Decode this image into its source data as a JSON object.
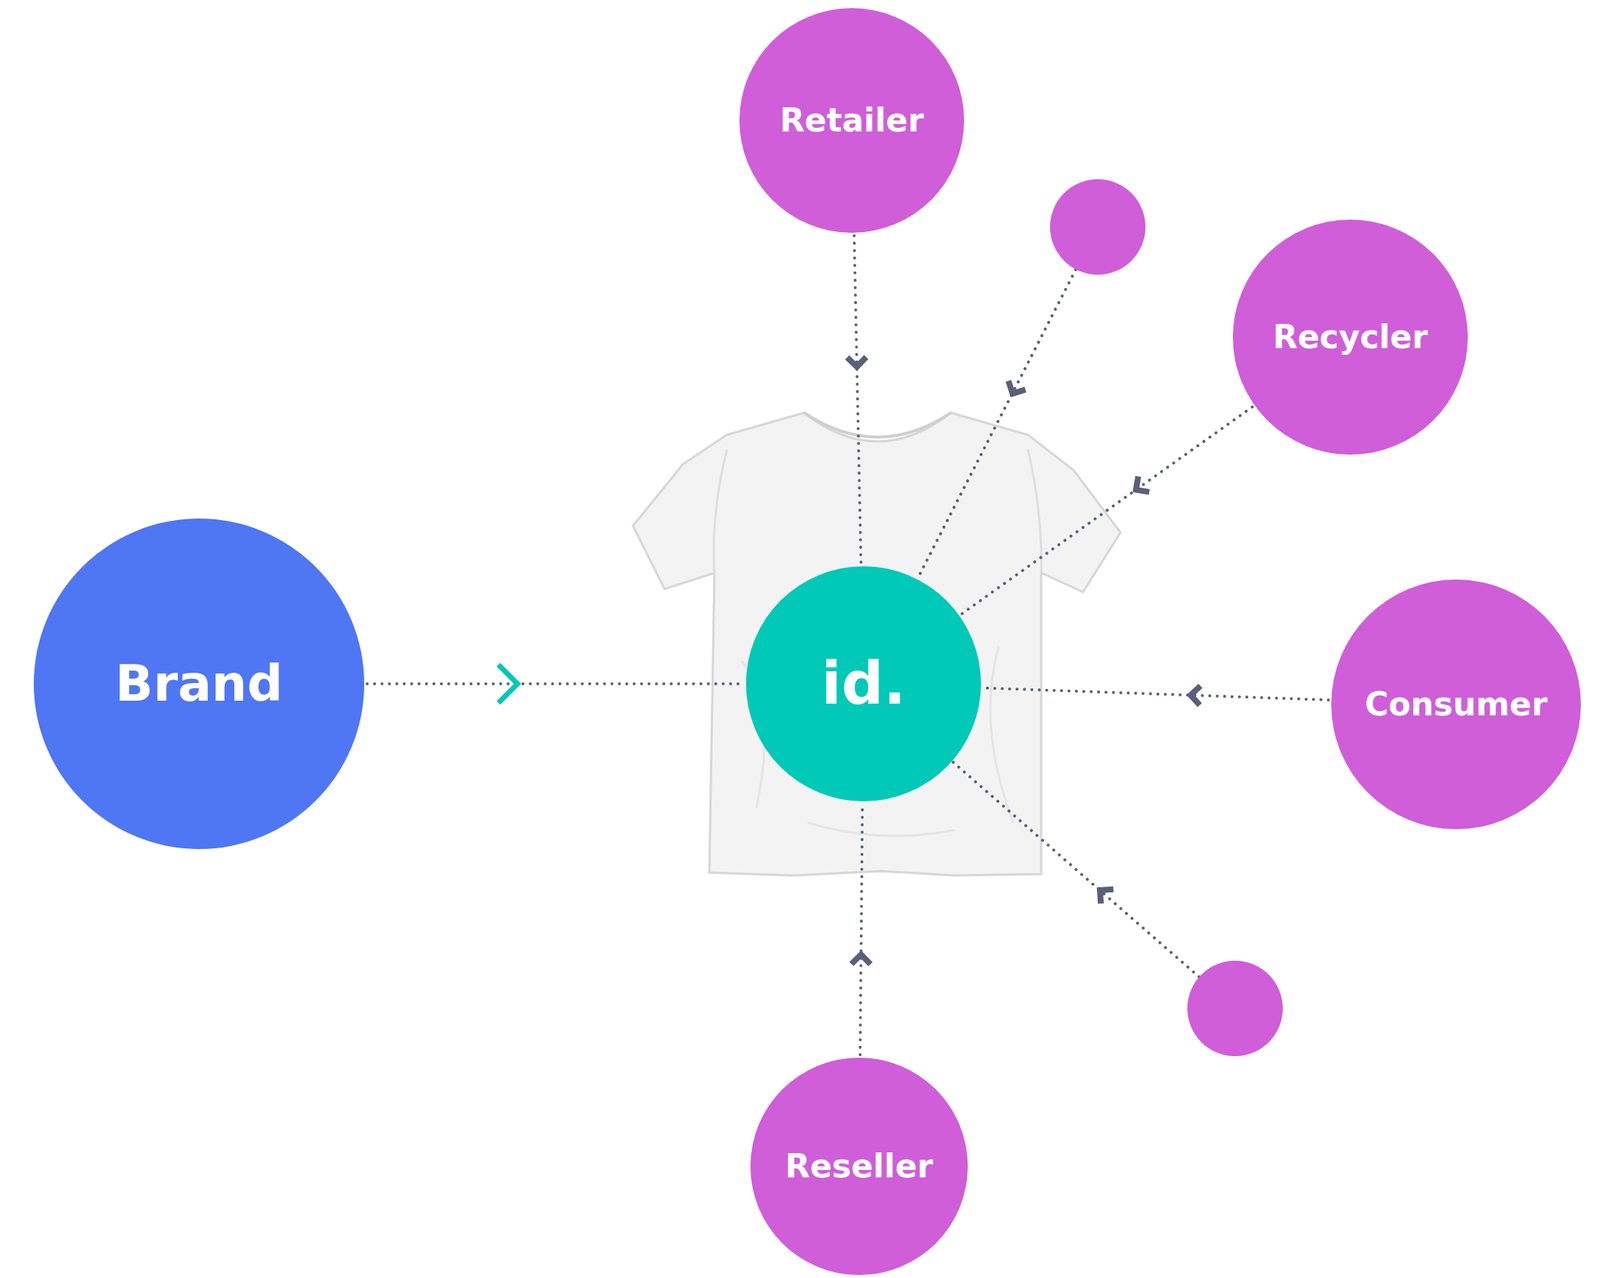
{
  "diagram": {
    "nodes": [
      {
        "text": [
          "Retailer"
        ]
      },
      {
        "text": [
          "Recycler"
        ]
      },
      {
        "text": [
          "Brand"
        ]
      },
      {
        "text": [
          "id."
        ]
      },
      {
        "text": [
          "Consumer"
        ]
      },
      {
        "text": [
          "Reseller"
        ]
      }
    ],
    "edges": [
      {
        "from": 2,
        "to": 3,
        "arrow": "to"
      },
      {
        "from": 0,
        "to": 3,
        "arrow": "to"
      },
      {
        "from": 1,
        "to": 3,
        "arrow": "to"
      },
      {
        "from": 4,
        "to": 3,
        "arrow": "to"
      },
      {
        "from": 5,
        "to": 3,
        "arrow": "to"
      }
    ]
  }
}
